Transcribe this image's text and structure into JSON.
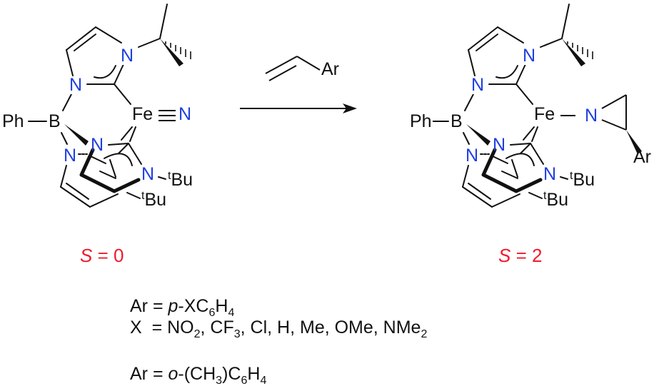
{
  "scheme": {
    "reactant": {
      "name": "Fe(IV) nitride complex",
      "labels": {
        "ph": "Ph",
        "b": "B",
        "n_ring1_top": "N",
        "n_ring1_low": "N",
        "fe": "Fe",
        "n_nitride": "N",
        "n_ring2": "N",
        "n_ring3": "N",
        "n_ring_tbu": "N",
        "tbu1_sup": "t",
        "tbu1": "Bu",
        "tbu2_sup": "t",
        "tbu2": "Bu"
      },
      "spin_label": {
        "symbol": "S",
        "rest": " = 0"
      }
    },
    "reagent": {
      "name": "styrene (vinyl arene)",
      "substituent": "Ar"
    },
    "arrow": {
      "direction": "right"
    },
    "product": {
      "name": "Fe aziridine complex",
      "labels": {
        "ph": "Ph",
        "b": "B",
        "n_ring1_top": "N",
        "n_ring1_low": "N",
        "fe": "Fe",
        "n_aziridine": "N",
        "ar": "Ar",
        "n_ring2": "N",
        "n_ring3": "N",
        "n_ring_tbu": "N",
        "tbu1_sup": "t",
        "tbu1": "Bu",
        "tbu2_sup": "t",
        "tbu2": "Bu"
      },
      "spin_label": {
        "symbol": "S",
        "rest": " = 2"
      }
    },
    "notes": {
      "line1": {
        "prefix": "Ar = ",
        "italic": "p",
        "mid": "-XC",
        "sub1": "6",
        "h": "H",
        "sub2": "4"
      },
      "line2": {
        "prefix": "X  = NO",
        "sub1": "2",
        "a": ", CF",
        "sub2": "3",
        "b": ", Cl, H, Me, OMe, NMe",
        "sub3": "2"
      },
      "line3": {
        "prefix": "Ar = ",
        "italic": "o",
        "a": "-(CH",
        "sub1": "3",
        "b": ")C",
        "sub2": "6",
        "c": "H",
        "sub3": "4"
      }
    },
    "colors": {
      "bond": "#111111",
      "nitrogen": "#1f3fe0",
      "spin": "#f0192a"
    }
  }
}
